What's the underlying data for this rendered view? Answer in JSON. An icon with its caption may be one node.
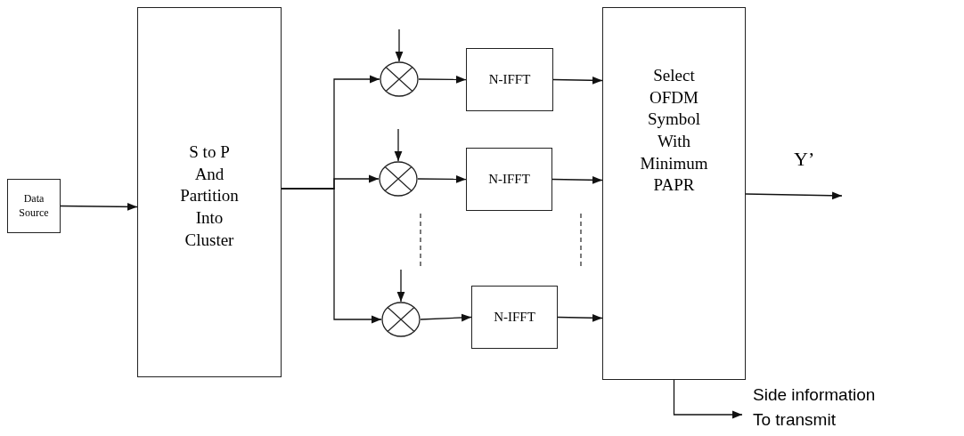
{
  "diagram": {
    "nodes": [
      {
        "text": [
          "Data Source"
        ]
      },
      {
        "text": [
          "S to P And Partition Into Cluster"
        ]
      },
      {
        "text": [],
        "shape": "circle"
      },
      {
        "text": [
          "N-IFFT"
        ]
      },
      {
        "text": [],
        "shape": "circle"
      },
      {
        "text": [
          "N-IFFT"
        ]
      },
      {
        "text": [],
        "shape": "circle"
      },
      {
        "text": [
          "N-IFFT"
        ]
      },
      {
        "text": [
          "Select OFDM Symbol With Minimum PAPR"
        ]
      },
      {
        "text": [
          "Side information To transmit"
        ]
      }
    ],
    "edges": [
      {
        "from": 0,
        "to": 1,
        "arrow": "to"
      },
      {
        "from": 1,
        "to": 2,
        "arrow": "to"
      },
      {
        "from": 1,
        "to": 4,
        "arrow": "to"
      },
      {
        "from": 1,
        "to": 6,
        "arrow": "to"
      },
      {
        "from": null,
        "to": 2,
        "arrow": "to"
      },
      {
        "from": null,
        "to": 4,
        "arrow": "to"
      },
      {
        "from": null,
        "to": 6,
        "arrow": "to"
      },
      {
        "from": 2,
        "to": 3,
        "arrow": "to"
      },
      {
        "from": 4,
        "to": 5,
        "arrow": "to"
      },
      {
        "from": 6,
        "to": 7,
        "arrow": "to"
      },
      {
        "from": 3,
        "to": 8,
        "arrow": "to"
      },
      {
        "from": 5,
        "to": 8,
        "arrow": "to"
      },
      {
        "from": 7,
        "to": 8,
        "arrow": "to"
      },
      {
        "from": 8,
        "to": null,
        "arrow": "to",
        "label": "Y’"
      },
      {
        "from": 8,
        "to": 9,
        "arrow": "to"
      }
    ]
  }
}
